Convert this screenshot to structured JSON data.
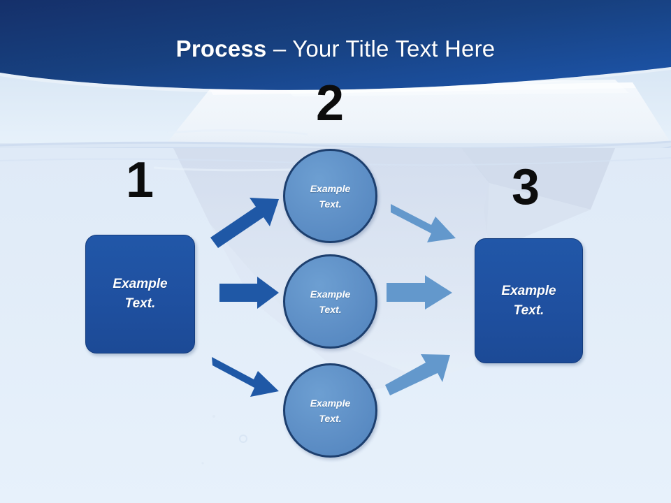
{
  "slide": {
    "title_bold": "Process",
    "title_rest": " – Your Title Text Here",
    "title_full": "Process – Your Title Text Here",
    "background_description": "underwater boat hull photo, pale blue water"
  },
  "colors": {
    "header_dark": "#163a72",
    "header_light": "#1b4d9e",
    "box_blue": "#1f50a0",
    "box_border": "#143c7d",
    "circle_blue": "#5e8fc6",
    "circle_border": "#1d3f6e",
    "arrow_dark": "#1f58a6",
    "arrow_light": "#6398cc",
    "number_black": "#0c0c0c",
    "water_pale": "#e6f1fb",
    "text_white": "#ffffff"
  },
  "steps": [
    {
      "id": "1",
      "number": "1"
    },
    {
      "id": "2",
      "number": "2"
    },
    {
      "id": "3",
      "number": "3"
    }
  ],
  "shapes": {
    "box_left": {
      "line1": "Example",
      "line2": "Text."
    },
    "box_right": {
      "line1": "Example",
      "line2": "Text."
    },
    "circle_top": {
      "line1": "Example",
      "line2": "Text."
    },
    "circle_mid": {
      "line1": "Example",
      "line2": "Text."
    },
    "circle_bot": {
      "line1": "Example",
      "line2": "Text."
    }
  },
  "arrows": [
    {
      "name": "arrow-left-to-top",
      "color": "#1f58a6",
      "direction": "up-right"
    },
    {
      "name": "arrow-left-to-mid",
      "color": "#1f58a6",
      "direction": "right"
    },
    {
      "name": "arrow-left-to-bottom",
      "color": "#1f58a6",
      "direction": "down-right"
    },
    {
      "name": "arrow-top-to-right",
      "color": "#6398cc",
      "direction": "down-right"
    },
    {
      "name": "arrow-mid-to-right",
      "color": "#6398cc",
      "direction": "right"
    },
    {
      "name": "arrow-bottom-to-right",
      "color": "#6398cc",
      "direction": "up-right"
    }
  ]
}
